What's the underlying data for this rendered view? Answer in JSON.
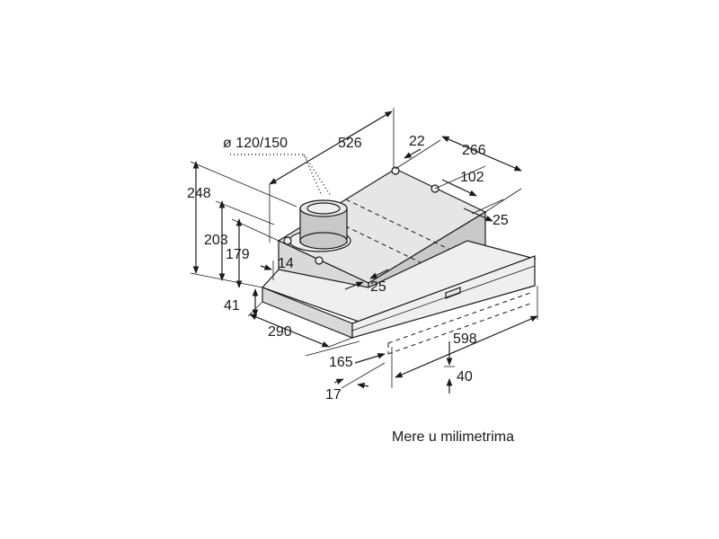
{
  "diagram": {
    "dimensions": {
      "duct_diameter": "ø 120/150",
      "d526": "526",
      "d22": "22",
      "d266": "266",
      "d102": "102",
      "d25_right": "25",
      "d248": "248",
      "d203": "203",
      "d179": "179",
      "d14": "14",
      "d25_front": "25",
      "d41": "41",
      "d290": "290",
      "d598": "598",
      "d165": "165",
      "d40": "40",
      "d17": "17"
    },
    "caption": "Mere u milimetrima"
  }
}
